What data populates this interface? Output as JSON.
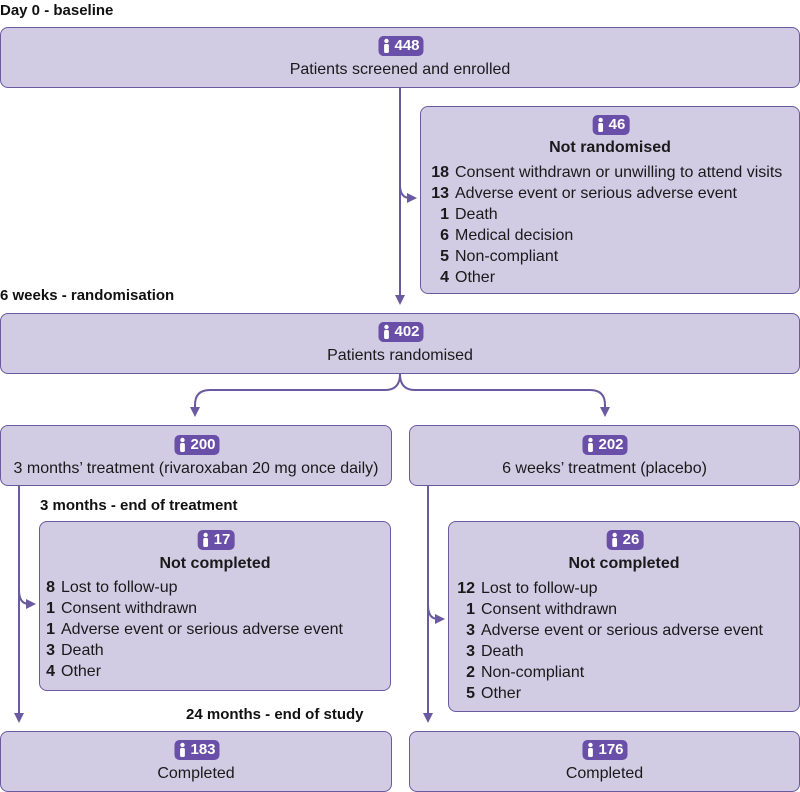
{
  "stages": {
    "baseline": "Day 0 - baseline",
    "randomisation": "6 weeks - randomisation",
    "end_treatment": "3 months - end of treatment",
    "end_study": "24 months - end of study"
  },
  "enrolled": {
    "count": "448",
    "label": "Patients screened and enrolled"
  },
  "not_randomised": {
    "count": "46",
    "title": "Not randomised",
    "items": [
      {
        "n": "18",
        "text": "Consent withdrawn or unwilling to attend visits"
      },
      {
        "n": "13",
        "text": "Adverse event or serious adverse event"
      },
      {
        "n": "1",
        "text": "Death"
      },
      {
        "n": "6",
        "text": "Medical decision"
      },
      {
        "n": "5",
        "text": "Non-compliant"
      },
      {
        "n": "4",
        "text": "Other"
      }
    ]
  },
  "randomised": {
    "count": "402",
    "label": "Patients randomised"
  },
  "arm_rivaroxaban": {
    "count": "200",
    "label": "3 months’ treatment (rivaroxaban 20 mg once daily)"
  },
  "arm_placebo": {
    "count": "202",
    "label": "6 weeks’ treatment (placebo)"
  },
  "rivaroxaban_not_completed": {
    "count": "17",
    "title": "Not completed",
    "items": [
      {
        "n": "8",
        "text": "Lost to follow-up"
      },
      {
        "n": "1",
        "text": "Consent withdrawn"
      },
      {
        "n": "1",
        "text": "Adverse event or serious adverse event"
      },
      {
        "n": "3",
        "text": "Death"
      },
      {
        "n": "4",
        "text": "Other"
      }
    ]
  },
  "placebo_not_completed": {
    "count": "26",
    "title": "Not completed",
    "items": [
      {
        "n": "12",
        "text": "Lost to follow-up"
      },
      {
        "n": "1",
        "text": "Consent withdrawn"
      },
      {
        "n": "3",
        "text": "Adverse event or serious adverse event"
      },
      {
        "n": "3",
        "text": "Death"
      },
      {
        "n": "2",
        "text": "Non-compliant"
      },
      {
        "n": "5",
        "text": "Other"
      }
    ]
  },
  "rivaroxaban_completed": {
    "count": "183",
    "label": "Completed"
  },
  "placebo_completed": {
    "count": "176",
    "label": "Completed"
  },
  "colors": {
    "box_fill": "#d2cbe4",
    "accent": "#6a4fa8",
    "line": "#6a5a9f"
  },
  "icons": {
    "badge_icon": "person-icon"
  }
}
